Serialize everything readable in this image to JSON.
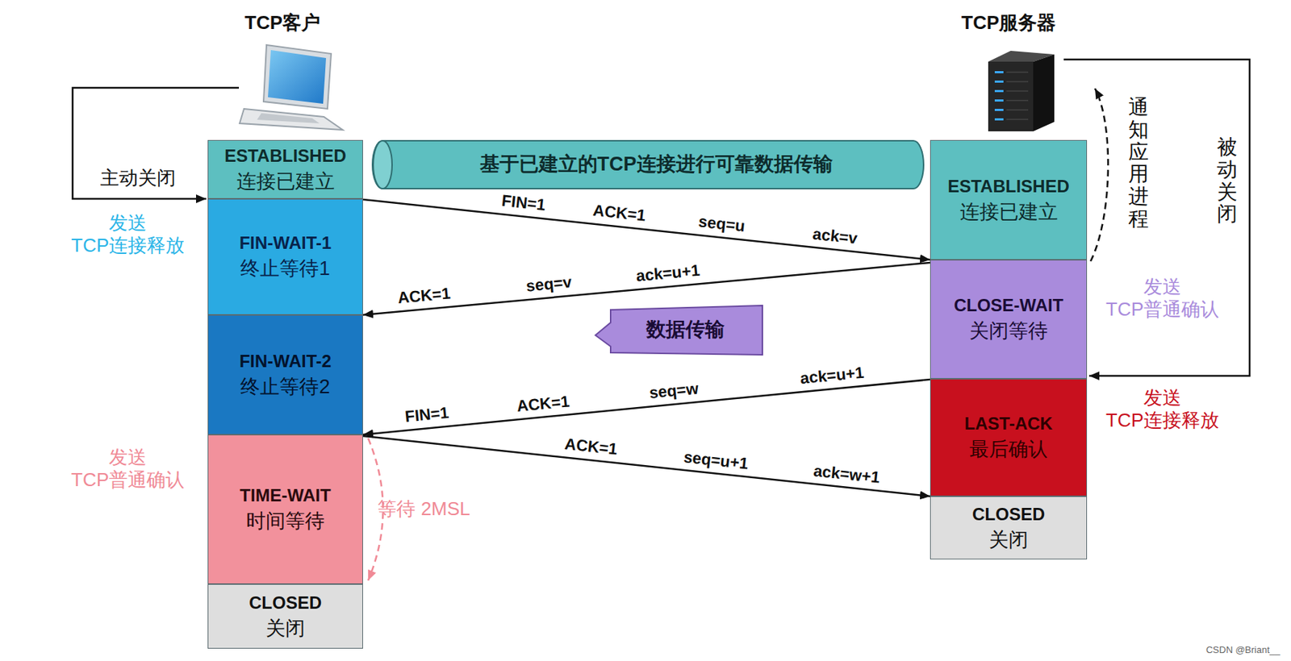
{
  "diagram": {
    "nodes": [
      {
        "text": [
          "ESTABLISHED",
          "连接已建立"
        ]
      },
      {
        "text": [
          "FIN-WAIT-1",
          "终止等待1"
        ]
      },
      {
        "text": [
          "FIN-WAIT-2",
          "终止等待2"
        ]
      },
      {
        "text": [
          "TIME-WAIT",
          "时间等待"
        ]
      },
      {
        "text": [
          "CLOSED",
          "关闭"
        ]
      },
      {
        "text": [
          "基于已建立的TCP连接进行可靠数据传输"
        ]
      },
      {
        "text": [
          "数据传输"
        ]
      },
      {
        "text": [
          "ESTABLISHED",
          "连接已建立"
        ]
      },
      {
        "text": [
          "CLOSE-WAIT",
          "关闭等待"
        ]
      },
      {
        "text": [
          "LAST-ACK",
          "最后确认"
        ]
      },
      {
        "text": [
          "CLOSED",
          "关闭"
        ]
      }
    ],
    "edges": [
      {
        "from": 1,
        "to": 8,
        "arrow": "to"
      },
      {
        "from": 8,
        "to": 2,
        "arrow": "to"
      },
      {
        "from": 9,
        "to": 3,
        "arrow": "to"
      },
      {
        "from": 3,
        "to": 10,
        "arrow": "to"
      }
    ],
    "labels": [
      "TCP客户",
      "TCP服务器",
      "主动关闭",
      "发送 TCP连接释放",
      "发送 TCP普通确认",
      "等待 2MSL",
      "通知应用进程",
      "被动关闭",
      "发送 TCP普通确认",
      "发送 TCP连接释放",
      "FIN=1",
      "ACK=1",
      "seq=u",
      "ack=v",
      "ACK=1",
      "seq=v",
      "ack=u+1",
      "FIN=1",
      "ACK=1",
      "seq=w",
      "ack=u+1",
      "ACK=1",
      "seq=u+1",
      "ack=w+1",
      "CSDN @Briant__"
    ]
  }
}
